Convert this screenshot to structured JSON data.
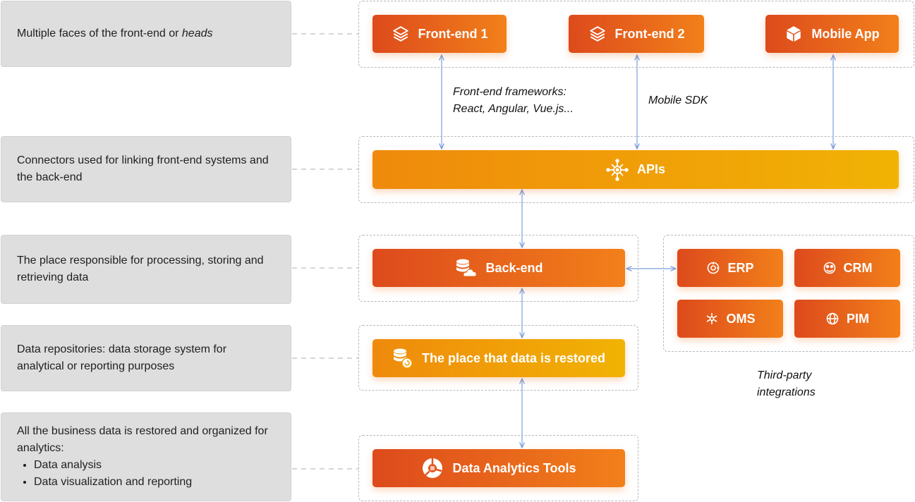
{
  "descriptions": {
    "heads_prefix": "Multiple faces of the front-end or ",
    "heads_italic": "heads",
    "connectors": "Connectors used for linking front-end systems and the back-end",
    "backend": "The place responsible for processing, storing and retrieving data",
    "repositories": "Data repositories: data storage system for analytical or reporting purposes",
    "analytics_intro": "All the business data is restored and organized for analytics:",
    "analytics_items": [
      "Data analysis",
      "Data visualization and reporting"
    ]
  },
  "nodes": {
    "frontend1": "Front-end 1",
    "frontend2": "Front-end 2",
    "mobile_app": "Mobile App",
    "apis": "APIs",
    "backend": "Back-end",
    "data_restore": "The place that data is restored",
    "analytics_tools": "Data Analytics Tools",
    "erp": "ERP",
    "crm": "CRM",
    "oms": "OMS",
    "pim": "PIM"
  },
  "notes": {
    "frameworks_line1": "Front-end frameworks:",
    "frameworks_line2": "React, Angular, Vue.js...",
    "mobile_sdk": "Mobile SDK",
    "third_party_line1": "Third-party",
    "third_party_line2": "integrations"
  },
  "icons": {
    "frontend": "layers-icon",
    "mobile": "cube-icon",
    "apis": "network-hub-icon",
    "backend": "database-cloud-icon",
    "restore": "database-restore-icon",
    "analytics": "pie-chart-icon"
  },
  "colors": {
    "red_start": "#dd4a1c",
    "red_end": "#f2801a",
    "amber_start": "#ef8a0c",
    "amber_end": "#f1b304",
    "connector": "#7a9fe0"
  }
}
